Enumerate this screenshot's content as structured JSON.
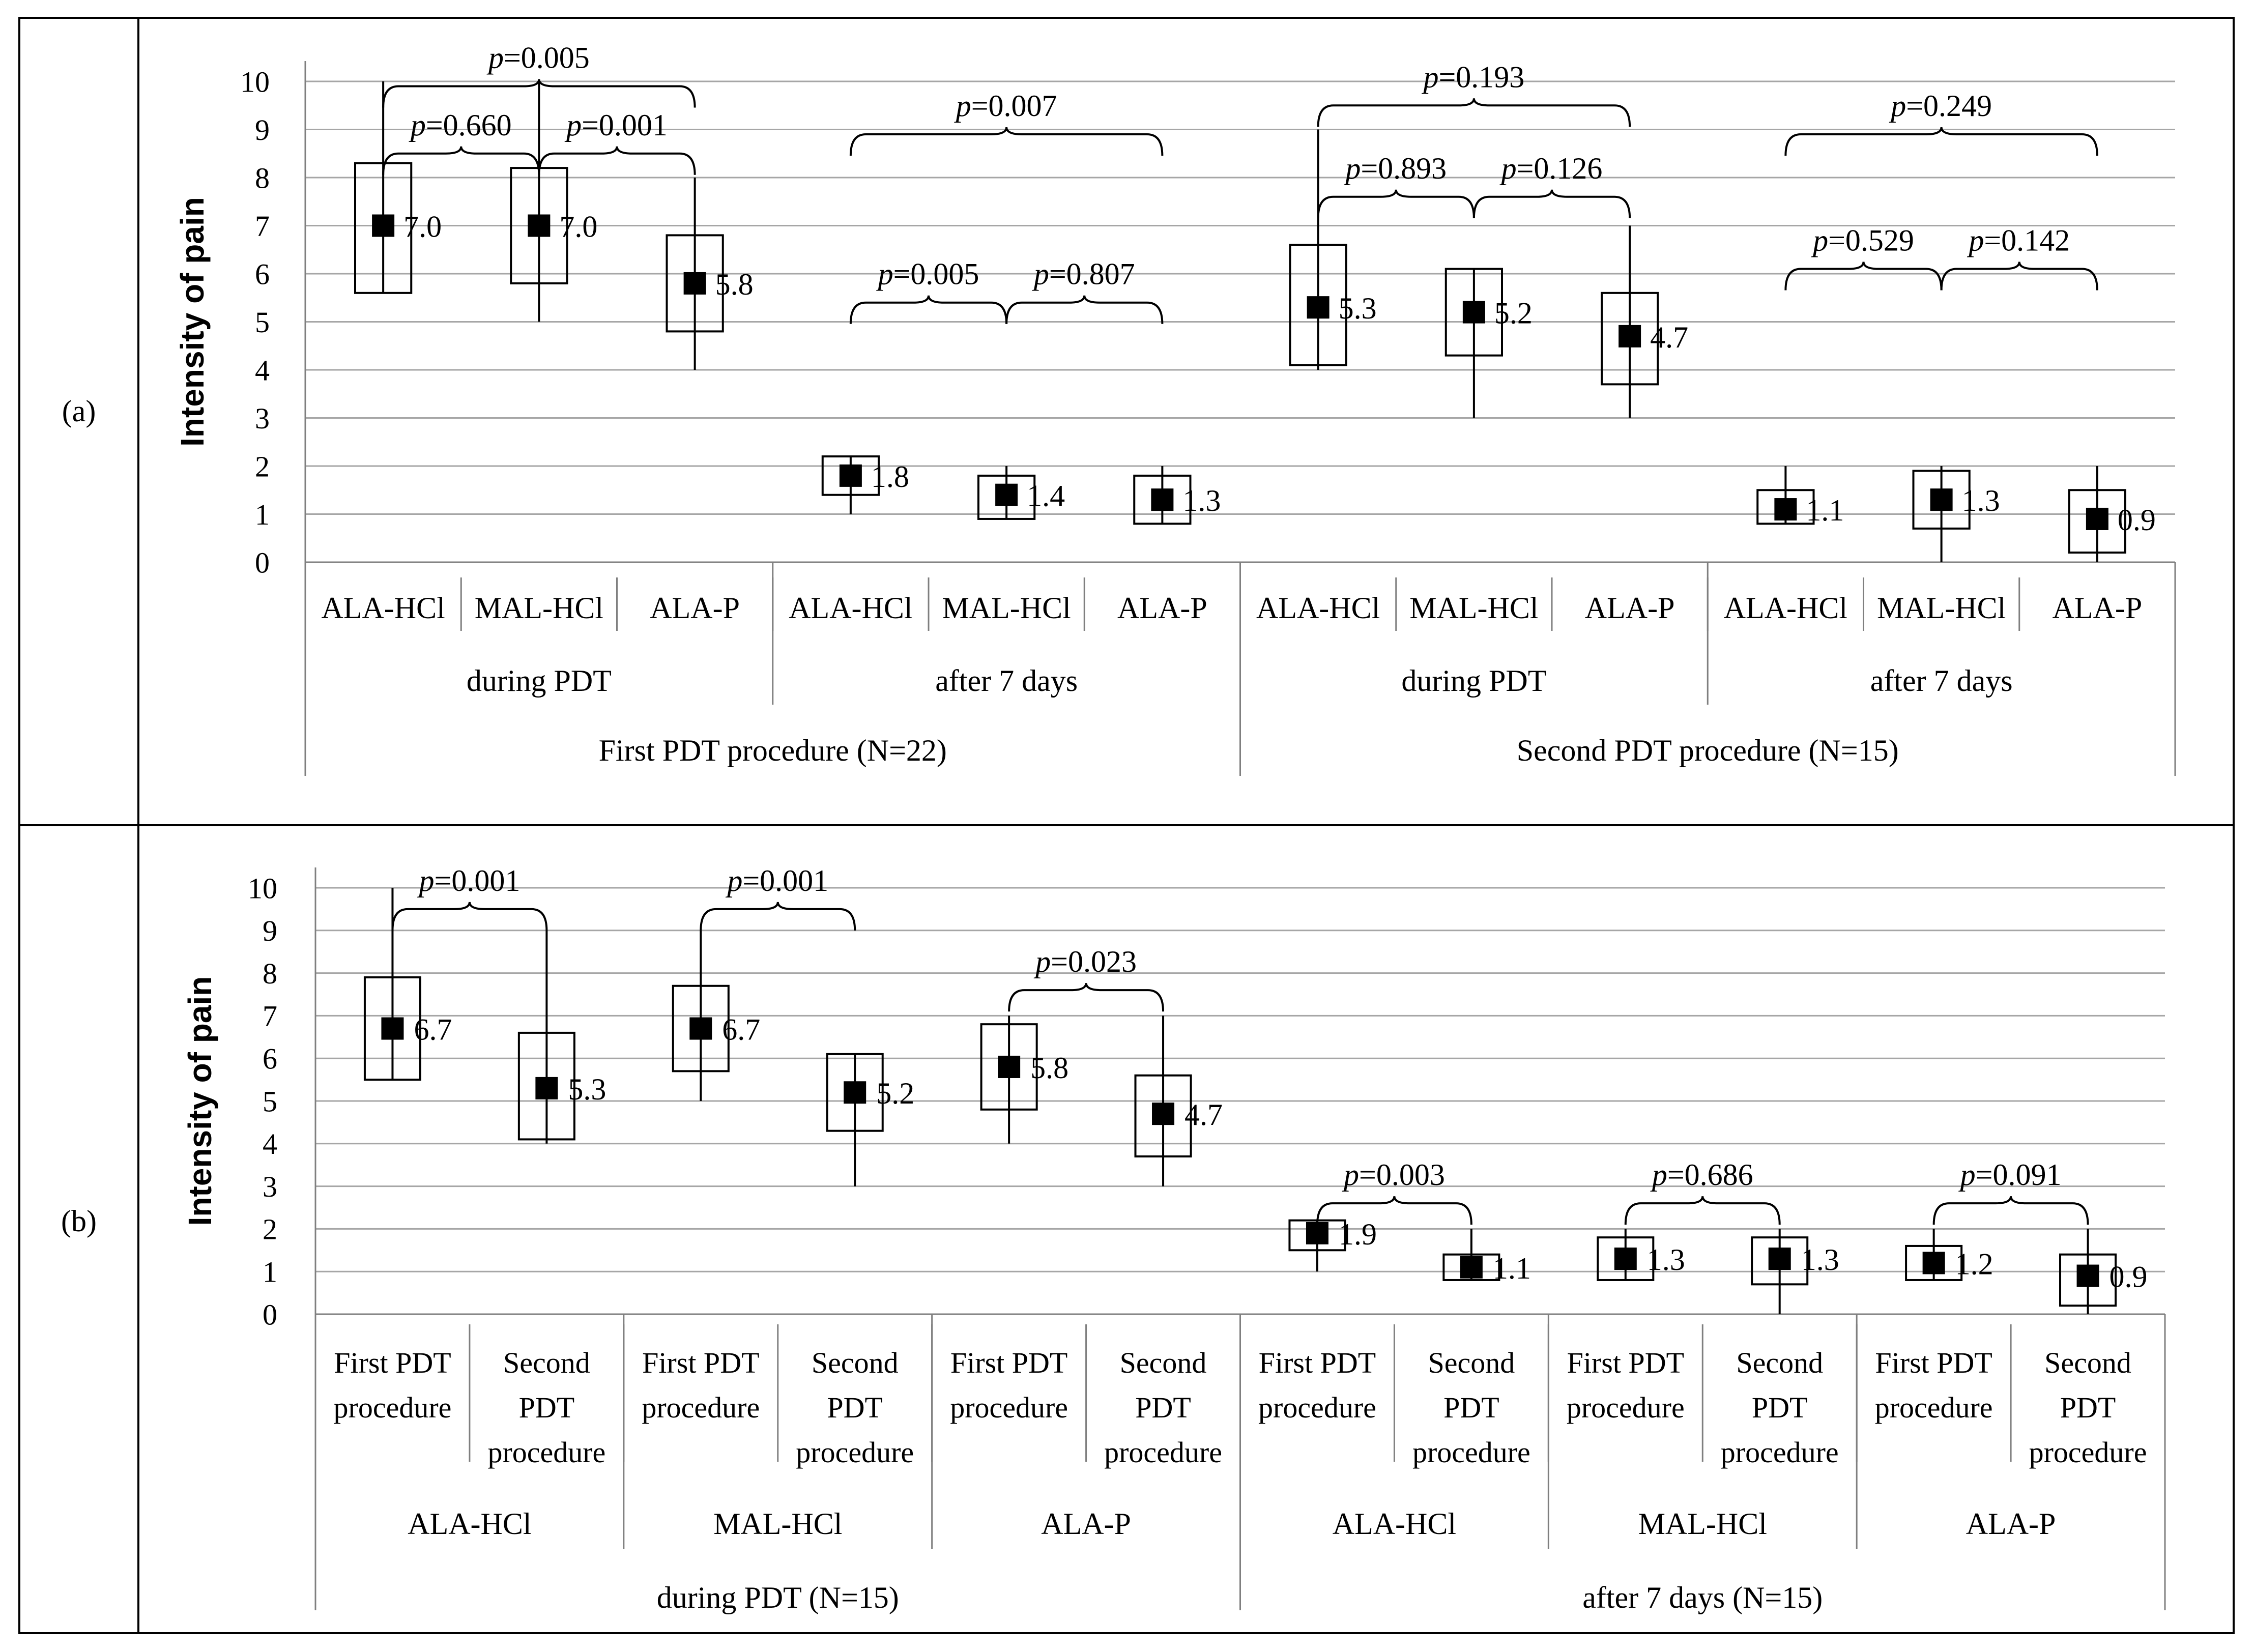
{
  "panels": [
    {
      "label": "(a)"
    },
    {
      "label": "(b)"
    }
  ],
  "chart_data": [
    {
      "type": "box",
      "ylabel": "Intensity of pain",
      "ylim": [
        0,
        10
      ],
      "yticks": [
        0,
        1,
        2,
        3,
        4,
        5,
        6,
        7,
        8,
        9,
        10
      ],
      "grid": true,
      "categories": [
        {
          "label": "ALA-HCl",
          "group": "during PDT",
          "supergroup": "First PDT procedure (N=22)",
          "mean": 7.0,
          "mean_label": "7.0",
          "box": [
            5.6,
            8.3
          ],
          "whisker": [
            5.6,
            10.0
          ]
        },
        {
          "label": "MAL-HCl",
          "group": "during PDT",
          "supergroup": "First PDT procedure (N=22)",
          "mean": 7.0,
          "mean_label": "7.0",
          "box": [
            5.8,
            8.2
          ],
          "whisker": [
            5.0,
            10.0
          ]
        },
        {
          "label": "ALA-P",
          "group": "during PDT",
          "supergroup": "First PDT procedure (N=22)",
          "mean": 5.8,
          "mean_label": "5.8",
          "box": [
            4.8,
            6.8
          ],
          "whisker": [
            4.0,
            8.0
          ]
        },
        {
          "label": "ALA-HCl",
          "group": "after 7 days",
          "supergroup": "First PDT procedure (N=22)",
          "mean": 1.8,
          "mean_label": "1.8",
          "box": [
            1.4,
            2.2
          ],
          "whisker": [
            1.0,
            2.2
          ]
        },
        {
          "label": "MAL-HCl",
          "group": "after 7 days",
          "supergroup": "First PDT procedure (N=22)",
          "mean": 1.4,
          "mean_label": "1.4",
          "box": [
            0.9,
            1.8
          ],
          "whisker": [
            0.9,
            2.0
          ]
        },
        {
          "label": "ALA-P",
          "group": "after 7 days",
          "supergroup": "First PDT procedure (N=22)",
          "mean": 1.3,
          "mean_label": "1.3",
          "box": [
            0.8,
            1.8
          ],
          "whisker": [
            0.8,
            2.0
          ]
        },
        {
          "label": "ALA-HCl",
          "group": "during PDT",
          "supergroup": "Second PDT procedure (N=15)",
          "mean": 5.3,
          "mean_label": "5.3",
          "box": [
            4.1,
            6.6
          ],
          "whisker": [
            4.0,
            9.0
          ]
        },
        {
          "label": "MAL-HCl",
          "group": "during PDT",
          "supergroup": "Second PDT procedure (N=15)",
          "mean": 5.2,
          "mean_label": "5.2",
          "box": [
            4.3,
            6.1
          ],
          "whisker": [
            3.0,
            6.1
          ]
        },
        {
          "label": "ALA-P",
          "group": "during PDT",
          "supergroup": "Second PDT procedure (N=15)",
          "mean": 4.7,
          "mean_label": "4.7",
          "box": [
            3.7,
            5.6
          ],
          "whisker": [
            3.0,
            7.0
          ]
        },
        {
          "label": "ALA-HCl",
          "group": "after 7 days",
          "supergroup": "Second PDT procedure (N=15)",
          "mean": 1.1,
          "mean_label": "1.1",
          "box": [
            0.8,
            1.5
          ],
          "whisker": [
            0.8,
            2.0
          ]
        },
        {
          "label": "MAL-HCl",
          "group": "after 7 days",
          "supergroup": "Second PDT procedure (N=15)",
          "mean": 1.3,
          "mean_label": "1.3",
          "box": [
            0.7,
            1.9
          ],
          "whisker": [
            0.0,
            2.0
          ]
        },
        {
          "label": "ALA-P",
          "group": "after 7 days",
          "supergroup": "Second PDT procedure (N=15)",
          "mean": 0.9,
          "mean_label": "0.9",
          "box": [
            0.2,
            1.5
          ],
          "whisker": [
            0.0,
            2.0
          ]
        }
      ],
      "groups": [
        {
          "label": "during PDT",
          "from": 0,
          "to": 2
        },
        {
          "label": "after 7 days",
          "from": 3,
          "to": 5
        },
        {
          "label": "during PDT",
          "from": 6,
          "to": 8
        },
        {
          "label": "after 7 days",
          "from": 9,
          "to": 11
        }
      ],
      "supergroups": [
        {
          "label": "First PDT procedure (N=22)",
          "from": 0,
          "to": 5
        },
        {
          "label": "Second PDT procedure (N=15)",
          "from": 6,
          "to": 11
        }
      ],
      "comparisons": [
        {
          "from": 0,
          "to": 2,
          "level": 9.9,
          "p": "=0.005"
        },
        {
          "from": 0,
          "to": 1,
          "level": 8.5,
          "p": "=0.660"
        },
        {
          "from": 1,
          "to": 2,
          "level": 8.5,
          "p": "=0.001"
        },
        {
          "from": 3,
          "to": 5,
          "level": 8.9,
          "p": "=0.007"
        },
        {
          "from": 3,
          "to": 4,
          "level": 5.4,
          "p": "=0.005"
        },
        {
          "from": 4,
          "to": 5,
          "level": 5.4,
          "p": "=0.807"
        },
        {
          "from": 6,
          "to": 8,
          "level": 9.5,
          "p": "=0.193"
        },
        {
          "from": 6,
          "to": 7,
          "level": 7.6,
          "p": "=0.893"
        },
        {
          "from": 7,
          "to": 8,
          "level": 7.6,
          "p": "=0.126"
        },
        {
          "from": 9,
          "to": 11,
          "level": 8.9,
          "p": "=0.249"
        },
        {
          "from": 9,
          "to": 10,
          "level": 6.1,
          "p": "=0.529"
        },
        {
          "from": 10,
          "to": 11,
          "level": 6.1,
          "p": "=0.142"
        }
      ]
    },
    {
      "type": "box",
      "ylabel": "Intensity of pain",
      "ylim": [
        0,
        10
      ],
      "yticks": [
        0,
        1,
        2,
        3,
        4,
        5,
        6,
        7,
        8,
        9,
        10
      ],
      "grid": true,
      "categories": [
        {
          "label": "First PDT procedure",
          "group": "ALA-HCl",
          "supergroup": "during PDT (N=15)",
          "mean": 6.7,
          "mean_label": "6.7",
          "box": [
            5.5,
            7.9
          ],
          "whisker": [
            5.5,
            10.0
          ]
        },
        {
          "label": "Second PDT procedure",
          "group": "ALA-HCl",
          "supergroup": "during PDT (N=15)",
          "mean": 5.3,
          "mean_label": "5.3",
          "box": [
            4.1,
            6.6
          ],
          "whisker": [
            4.0,
            9.0
          ]
        },
        {
          "label": "First PDT procedure",
          "group": "MAL-HCl",
          "supergroup": "during PDT (N=15)",
          "mean": 6.7,
          "mean_label": "6.7",
          "box": [
            5.7,
            7.7
          ],
          "whisker": [
            5.0,
            9.0
          ]
        },
        {
          "label": "Second PDT procedure",
          "group": "MAL-HCl",
          "supergroup": "during PDT (N=15)",
          "mean": 5.2,
          "mean_label": "5.2",
          "box": [
            4.3,
            6.1
          ],
          "whisker": [
            3.0,
            6.1
          ]
        },
        {
          "label": "First PDT procedure",
          "group": "ALA-P",
          "supergroup": "during PDT (N=15)",
          "mean": 5.8,
          "mean_label": "5.8",
          "box": [
            4.8,
            6.8
          ],
          "whisker": [
            4.0,
            7.0
          ]
        },
        {
          "label": "Second PDT procedure",
          "group": "ALA-P",
          "supergroup": "during PDT (N=15)",
          "mean": 4.7,
          "mean_label": "4.7",
          "box": [
            3.7,
            5.6
          ],
          "whisker": [
            3.0,
            7.0
          ]
        },
        {
          "label": "First PDT procedure",
          "group": "ALA-HCl",
          "supergroup": "after 7 days (N=15)",
          "mean": 1.9,
          "mean_label": "1.9",
          "box": [
            1.5,
            2.2
          ],
          "whisker": [
            1.0,
            2.2
          ]
        },
        {
          "label": "Second PDT procedure",
          "group": "ALA-HCl",
          "supergroup": "after 7 days (N=15)",
          "mean": 1.1,
          "mean_label": "1.1",
          "box": [
            0.8,
            1.4
          ],
          "whisker": [
            0.8,
            2.0
          ]
        },
        {
          "label": "First PDT procedure",
          "group": "MAL-HCl",
          "supergroup": "after 7 days (N=15)",
          "mean": 1.3,
          "mean_label": "1.3",
          "box": [
            0.8,
            1.8
          ],
          "whisker": [
            0.8,
            2.0
          ]
        },
        {
          "label": "Second PDT procedure",
          "group": "MAL-HCl",
          "supergroup": "after 7 days (N=15)",
          "mean": 1.3,
          "mean_label": "1.3",
          "box": [
            0.7,
            1.8
          ],
          "whisker": [
            0.0,
            2.0
          ]
        },
        {
          "label": "First PDT procedure",
          "group": "ALA-P",
          "supergroup": "after 7 days (N=15)",
          "mean": 1.2,
          "mean_label": "1.2",
          "box": [
            0.8,
            1.6
          ],
          "whisker": [
            0.8,
            2.0
          ]
        },
        {
          "label": "Second PDT procedure",
          "group": "ALA-P",
          "supergroup": "after 7 days (N=15)",
          "mean": 0.9,
          "mean_label": "0.9",
          "box": [
            0.2,
            1.4
          ],
          "whisker": [
            0.0,
            2.0
          ]
        }
      ],
      "groups": [
        {
          "label": "ALA-HCl",
          "from": 0,
          "to": 1
        },
        {
          "label": "MAL-HCl",
          "from": 2,
          "to": 3
        },
        {
          "label": "ALA-P",
          "from": 4,
          "to": 5
        },
        {
          "label": "ALA-HCl",
          "from": 6,
          "to": 7
        },
        {
          "label": "MAL-HCl",
          "from": 8,
          "to": 9
        },
        {
          "label": "ALA-P",
          "from": 10,
          "to": 11
        }
      ],
      "supergroups": [
        {
          "label": "during PDT (N=15)",
          "from": 0,
          "to": 5
        },
        {
          "label": "after 7 days (N=15)",
          "from": 6,
          "to": 11
        }
      ],
      "comparisons": [
        {
          "from": 0,
          "to": 1,
          "level": 9.5,
          "p": "=0.001"
        },
        {
          "from": 2,
          "to": 3,
          "level": 9.5,
          "p": "=0.001"
        },
        {
          "from": 4,
          "to": 5,
          "level": 7.6,
          "p": "=0.023"
        },
        {
          "from": 6,
          "to": 7,
          "level": 2.6,
          "p": "=0.003"
        },
        {
          "from": 8,
          "to": 9,
          "level": 2.6,
          "p": "=0.686"
        },
        {
          "from": 10,
          "to": 11,
          "level": 2.6,
          "p": "=0.091"
        }
      ]
    }
  ]
}
